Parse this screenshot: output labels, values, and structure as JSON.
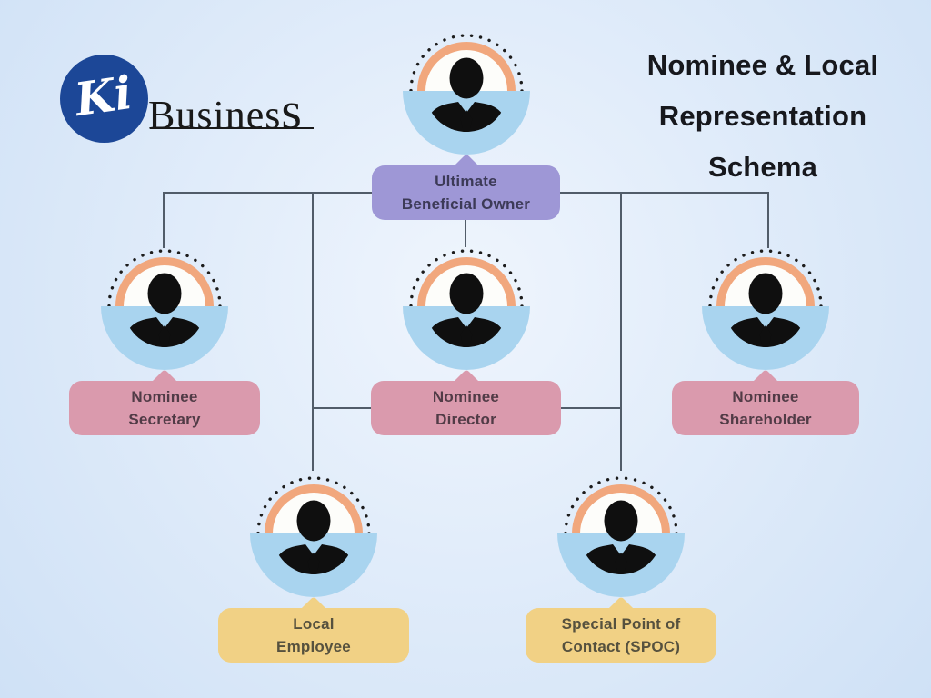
{
  "theme": {
    "line": "#515c69",
    "dots": "#1c1c1c",
    "ring": "#f1a77d",
    "face_bg": "#fdfdfa",
    "base": "#a9d4ef",
    "person": "#0f0f0f",
    "bg_center": "#eff5fd",
    "bg_edge": "#cfe1f6",
    "logo_circle": "#1c4797",
    "title_color": "#17181d",
    "brand_color": "#191919"
  },
  "logo": {
    "monogram": "Ki",
    "brand_main": "Busines",
    "brand_tail": "s"
  },
  "title": {
    "lines": [
      "Nominee & Local",
      "Representation",
      "Schema"
    ]
  },
  "nodes": [
    {
      "id": "ultimate-beneficial-owner",
      "line1": "Ultimate",
      "line2": "Beneficial Owner",
      "bg": "#9e97d6",
      "text": "#3c3a57"
    },
    {
      "id": "nominee-secretary",
      "line1": "Nominee",
      "line2": "Secretary",
      "bg": "#da9aad",
      "text": "#513b46"
    },
    {
      "id": "nominee-director",
      "line1": "Nominee",
      "line2": "Director",
      "bg": "#da9aad",
      "text": "#513b46"
    },
    {
      "id": "nominee-shareholder",
      "line1": "Nominee",
      "line2": "Shareholder",
      "bg": "#da9aad",
      "text": "#513b46"
    },
    {
      "id": "local-employee",
      "line1": "Local",
      "line2": "Employee",
      "bg": "#f1d185",
      "text": "#56513e"
    },
    {
      "id": "spoc",
      "line1": "Special Point of",
      "line2": "Contact (SPOC)",
      "bg": "#f1d185",
      "text": "#56513e"
    }
  ]
}
